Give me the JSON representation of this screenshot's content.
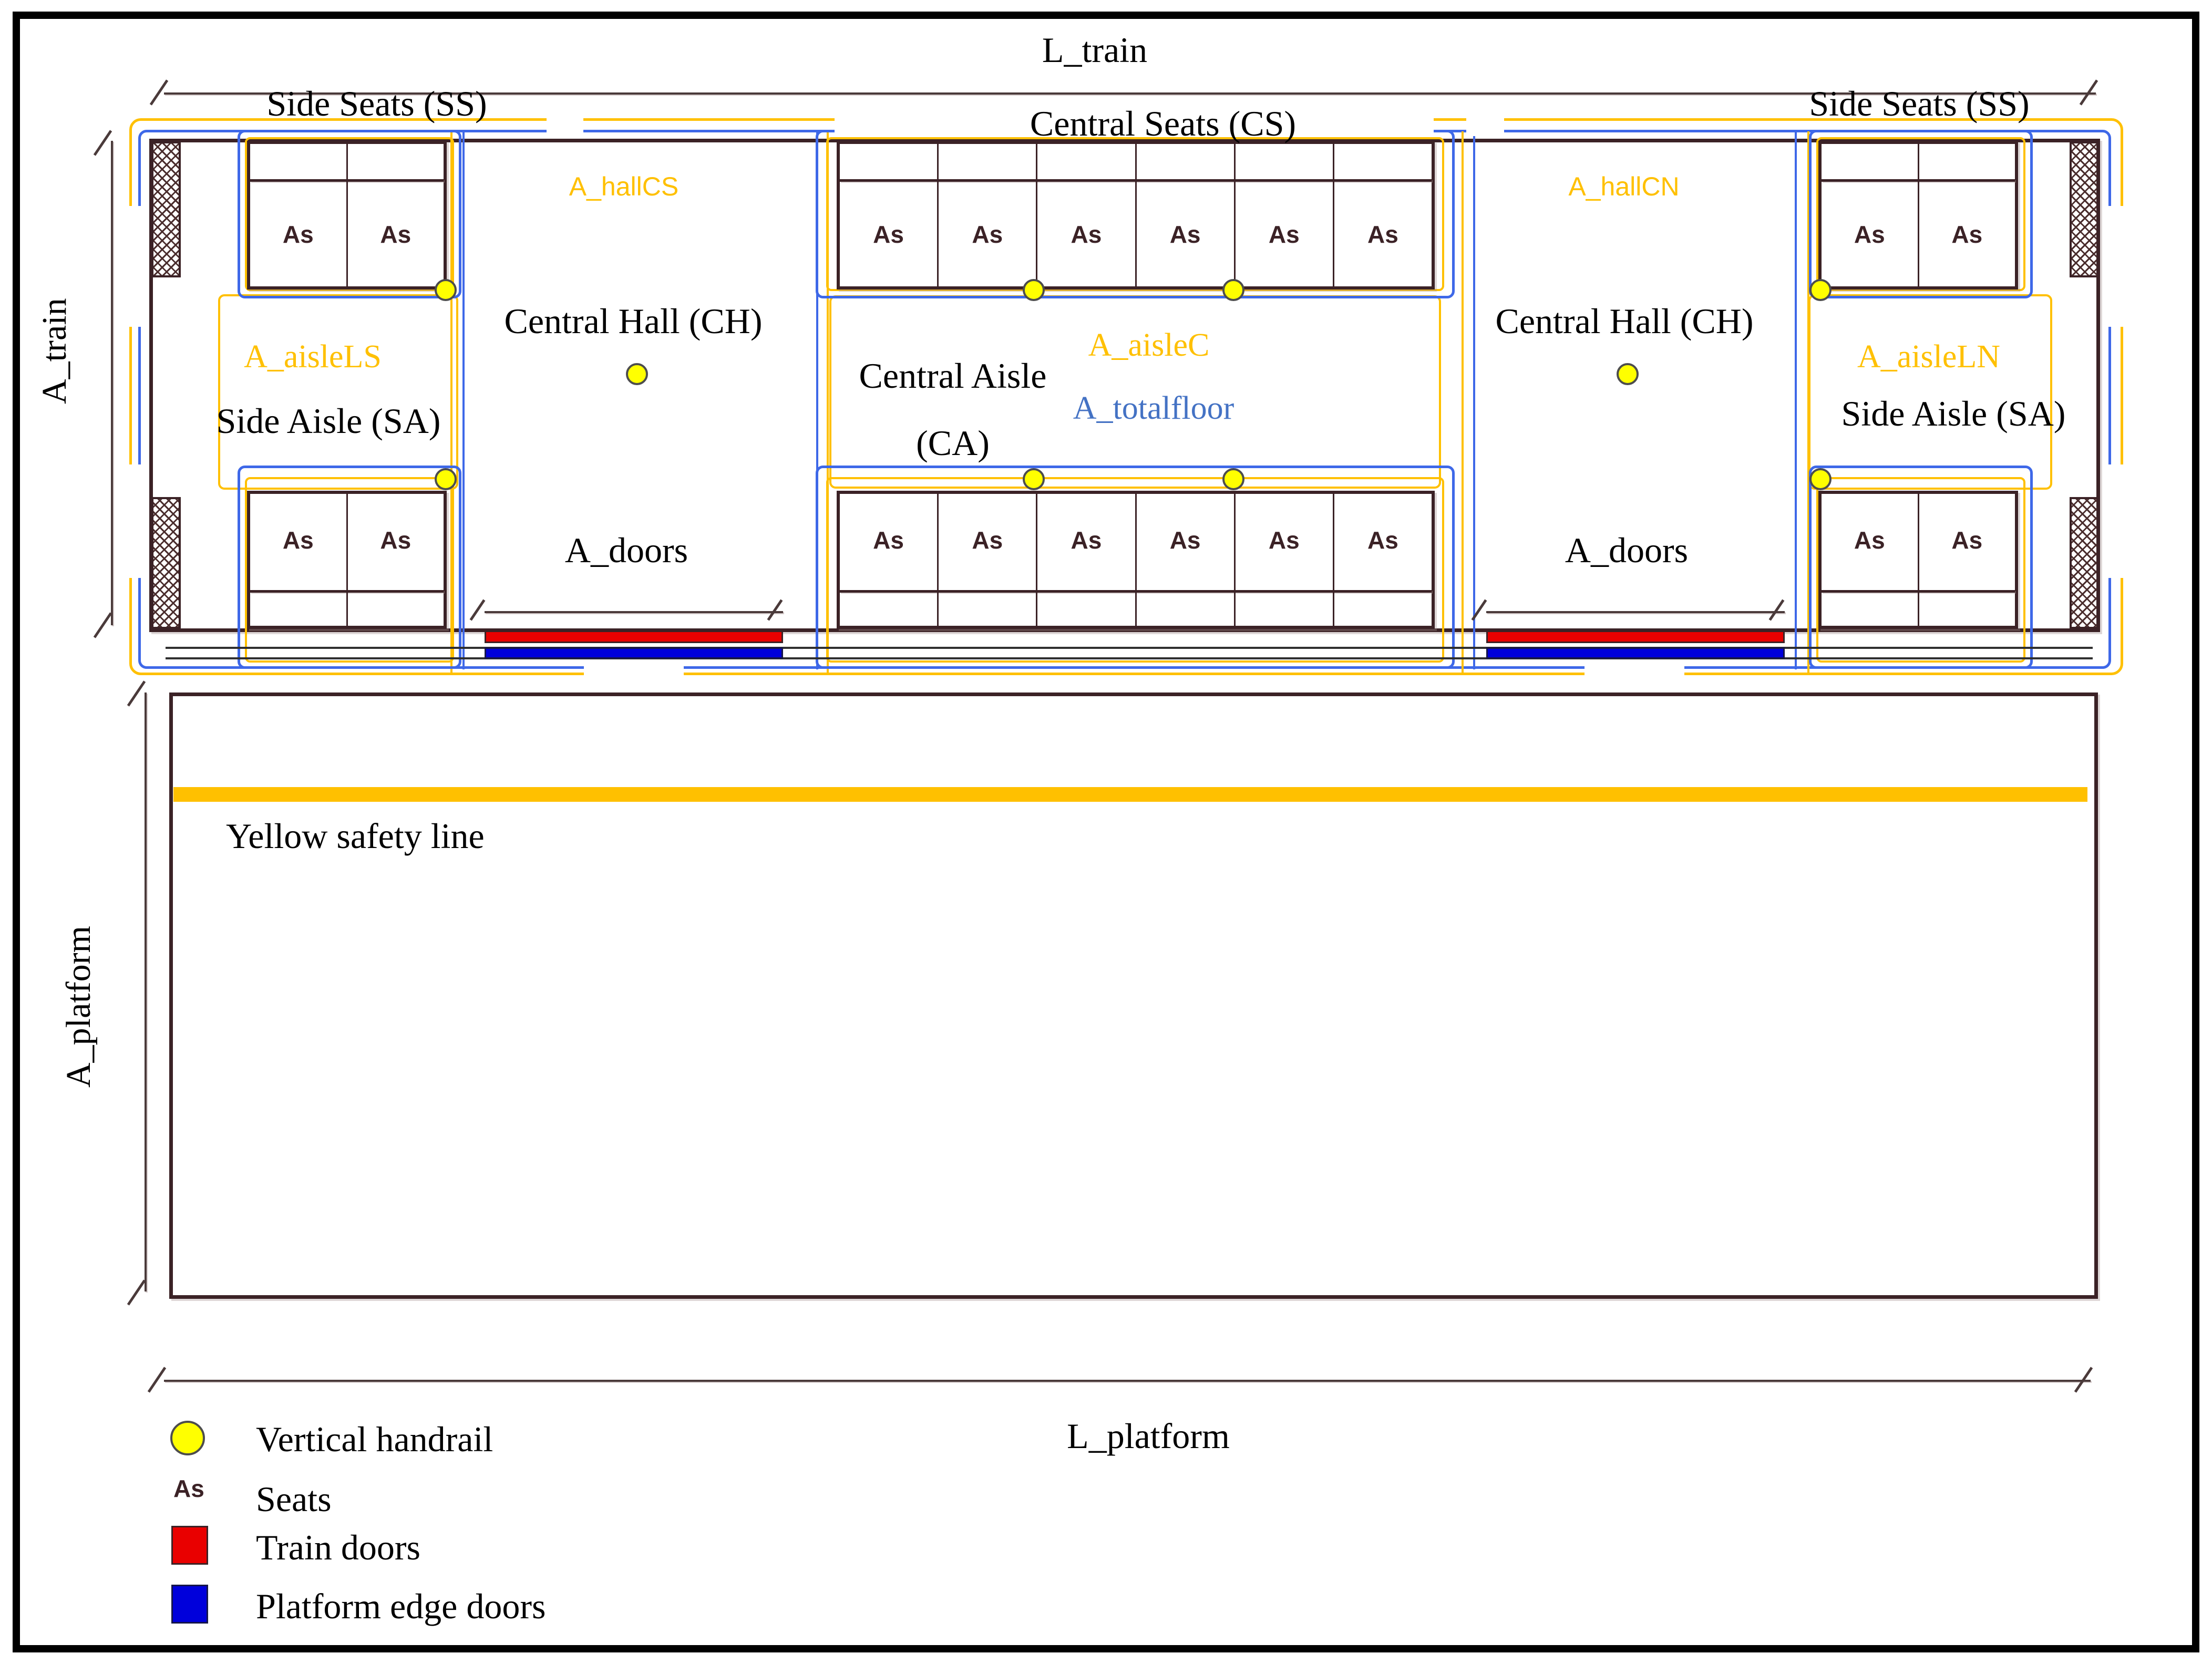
{
  "diagram": {
    "dimensions": {
      "l_train": "L_train",
      "a_train": "A_train",
      "a_platform": "A_platform",
      "l_platform": "L_platform",
      "a_doors_left": "A_doors",
      "a_doors_right": "A_doors"
    },
    "train": {
      "side_seats_left": "Side Seats (SS)",
      "side_seats_right": "Side Seats (SS)",
      "central_seats": "Central Seats (CS)",
      "hall_cs": "A_hallCS",
      "hall_cn": "A_hallCN",
      "central_hall_left": "Central Hall (CH)",
      "central_hall_right": "Central Hall (CH)",
      "aisle_ls": "A_aisleLS",
      "aisle_c": "A_aisleC",
      "aisle_ln": "A_aisleLN",
      "totalfloor": "A_totalfloor",
      "side_aisle_left": "Side Aisle (SA)",
      "side_aisle_right": "Side Aisle (SA)",
      "central_aisle": "Central Aisle",
      "central_aisle_abbr": "(CA)",
      "seat_label": "As"
    },
    "platform": {
      "safety_line": "Yellow safety line"
    },
    "legend": {
      "handrail": "Vertical handrail",
      "seat_symbol": "As",
      "seats": "Seats",
      "train_doors": "Train doors",
      "platform_edge_doors": "Platform edge doors"
    },
    "colors": {
      "region_orange": "#FFC000",
      "floor_blue": "#3E68E8",
      "label_blue": "#4472C4",
      "handrail_yellow": "#FFFF00",
      "train_door_red": "#E90000",
      "platform_door_blue": "#0000DB",
      "wall_dark": "#3B2226",
      "safety_line_orange": "#FFC000"
    }
  }
}
